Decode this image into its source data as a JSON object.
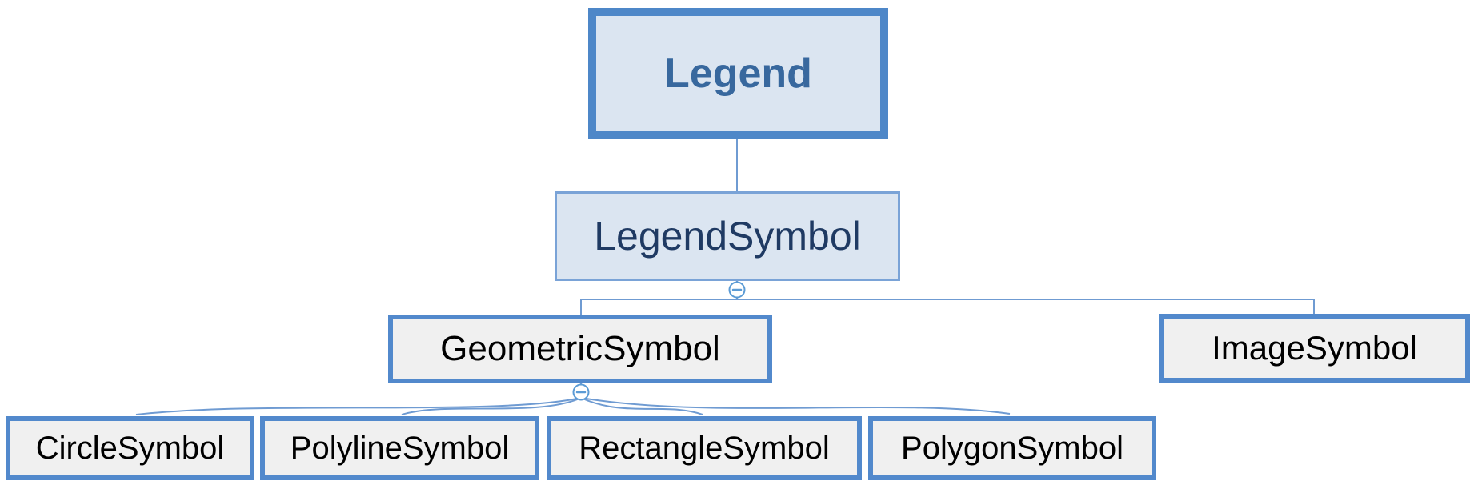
{
  "tree": {
    "root": {
      "label": "Legend",
      "children": [
        {
          "label": "LegendSymbol",
          "children": [
            {
              "label": "GeometricSymbol",
              "children": [
                {
                  "label": "CircleSymbol"
                },
                {
                  "label": "PolylineSymbol"
                },
                {
                  "label": "RectangleSymbol"
                },
                {
                  "label": "PolygonSymbol"
                }
              ]
            },
            {
              "label": "ImageSymbol"
            }
          ]
        }
      ]
    }
  },
  "toggles": [
    {
      "attached_to": "LegendSymbol",
      "state": "expanded",
      "glyph": "−"
    },
    {
      "attached_to": "GeometricSymbol",
      "state": "expanded",
      "glyph": "−"
    }
  ],
  "colors": {
    "root_border": "#4e87c8",
    "level1_border": "#7aa3d7",
    "leaf_border": "#5289cc",
    "blue_fill": "#dbe5f1",
    "gray_fill": "#f0f0f0",
    "connector": "#6f9bd2",
    "root_text": "#38689e",
    "level1_text": "#1f3a63",
    "leaf_text": "#000000"
  }
}
